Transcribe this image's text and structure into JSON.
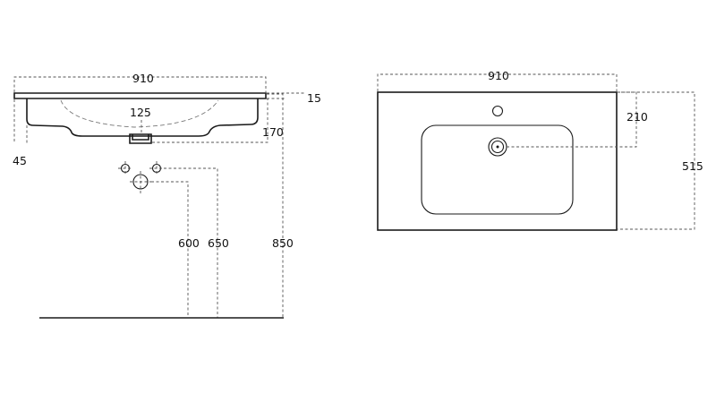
{
  "dimensions": {
    "side_width": "910",
    "rim_thickness": "15",
    "basin_depth": "125",
    "body_depth": "170",
    "front_lip": "45",
    "outlet_600": "600",
    "outlet_650": "650",
    "height_850": "850",
    "top_width": "910",
    "tap_offset": "210",
    "top_depth": "515"
  }
}
